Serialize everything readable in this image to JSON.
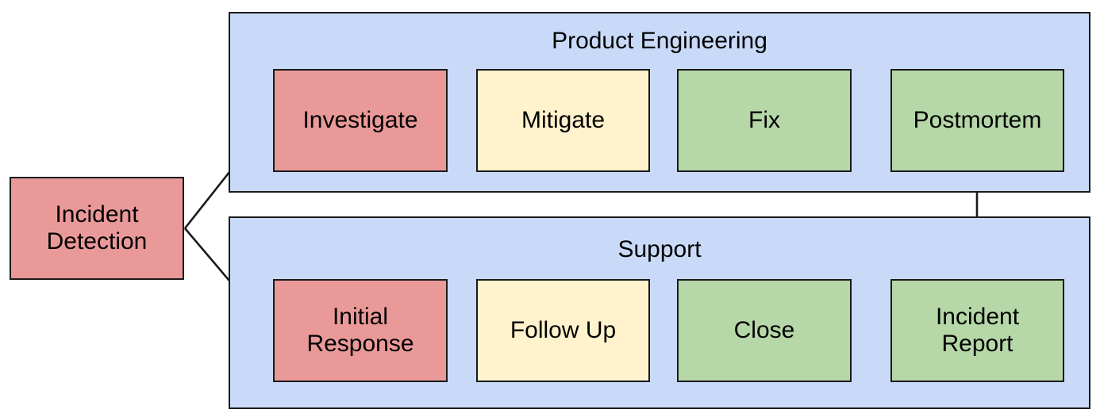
{
  "diagram": {
    "type": "swimlane-flowchart",
    "title_text_visible": false,
    "colors": {
      "lane_fill": "#c9daf8",
      "lane_border": "#1a1a1a",
      "node_red": "#ea9999",
      "node_yellow": "#fff2cc",
      "node_green": "#b6d7a8",
      "node_border": "#1a1a1a",
      "edge": "#1a1a1a",
      "text": "#000000",
      "background": "#ffffff"
    }
  },
  "start_node": {
    "label": "Incident\nDetection",
    "line1": "Incident",
    "line2": "Detection",
    "fill": "#ea9999"
  },
  "lanes": [
    {
      "id": "product-engineering",
      "title": "Product Engineering",
      "nodes": [
        {
          "id": "investigate",
          "label": "Investigate",
          "fill": "#ea9999"
        },
        {
          "id": "mitigate",
          "label": "Mitigate",
          "fill": "#fff2cc"
        },
        {
          "id": "fix",
          "label": "Fix",
          "fill": "#b6d7a8"
        },
        {
          "id": "postmortem",
          "label": "Postmortem",
          "fill": "#b6d7a8"
        }
      ]
    },
    {
      "id": "support",
      "title": "Support",
      "nodes": [
        {
          "id": "initial-response",
          "label": "Initial\nResponse",
          "line1": "Initial",
          "line2": "Response",
          "fill": "#ea9999"
        },
        {
          "id": "follow-up",
          "label": "Follow Up",
          "fill": "#fff2cc"
        },
        {
          "id": "close",
          "label": "Close",
          "fill": "#b6d7a8"
        },
        {
          "id": "incident-report",
          "label": "Incident\nReport",
          "line1": "Incident",
          "line2": "Report",
          "fill": "#b6d7a8"
        }
      ]
    }
  ],
  "edges": [
    {
      "from": "incident-detection",
      "to": "investigate",
      "style": "diagonal-arrow"
    },
    {
      "from": "incident-detection",
      "to": "initial-response",
      "style": "diagonal-arrow"
    },
    {
      "from": "investigate",
      "to": "mitigate",
      "style": "straight-arrow"
    },
    {
      "from": "mitigate",
      "to": "fix",
      "style": "straight-arrow"
    },
    {
      "from": "fix",
      "to": "postmortem",
      "style": "straight-arrow"
    },
    {
      "from": "initial-response",
      "to": "follow-up",
      "style": "straight-arrow"
    },
    {
      "from": "follow-up",
      "to": "close",
      "style": "straight-arrow"
    },
    {
      "from": "close",
      "to": "incident-report",
      "style": "straight-arrow"
    },
    {
      "from": "postmortem",
      "to": "incident-report",
      "style": "vertical-arrow"
    }
  ]
}
